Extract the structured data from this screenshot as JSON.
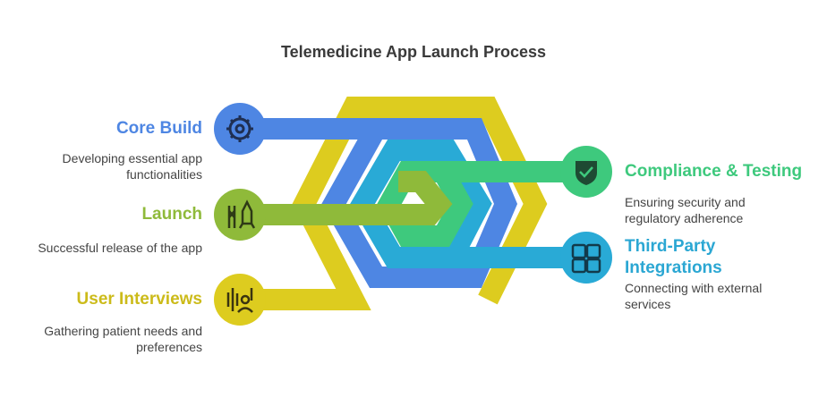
{
  "title": "Telemedicine App Launch Process",
  "colors": {
    "yellow": "#ddcc1f",
    "blue": "#4e86e3",
    "cyan": "#29aad6",
    "green": "#3ec97d",
    "olive": "#8fba3a",
    "label_blue": "#4e86e3",
    "label_olive": "#8fba3a",
    "label_yellow": "#ccbb1a",
    "label_green": "#3ec97d",
    "label_cyan": "#2ba7d3"
  },
  "steps": [
    {
      "id": "core-build",
      "label": "Core Build",
      "description": "Developing essential app functionalities",
      "icon": "gear-icon"
    },
    {
      "id": "launch",
      "label": "Launch",
      "description": "Successful release of the app",
      "icon": "rocket-icon"
    },
    {
      "id": "user-interviews",
      "label": "User Interviews",
      "description": "Gathering patient needs and preferences",
      "icon": "voice-interview-icon"
    },
    {
      "id": "compliance-testing",
      "label": "Compliance & Testing",
      "description": "Ensuring security and regulatory adherence",
      "icon": "shield-check-icon"
    },
    {
      "id": "third-party-integrations",
      "label": "Third-Party Integrations",
      "description": "Connecting with external services",
      "icon": "puzzle-icon"
    }
  ]
}
